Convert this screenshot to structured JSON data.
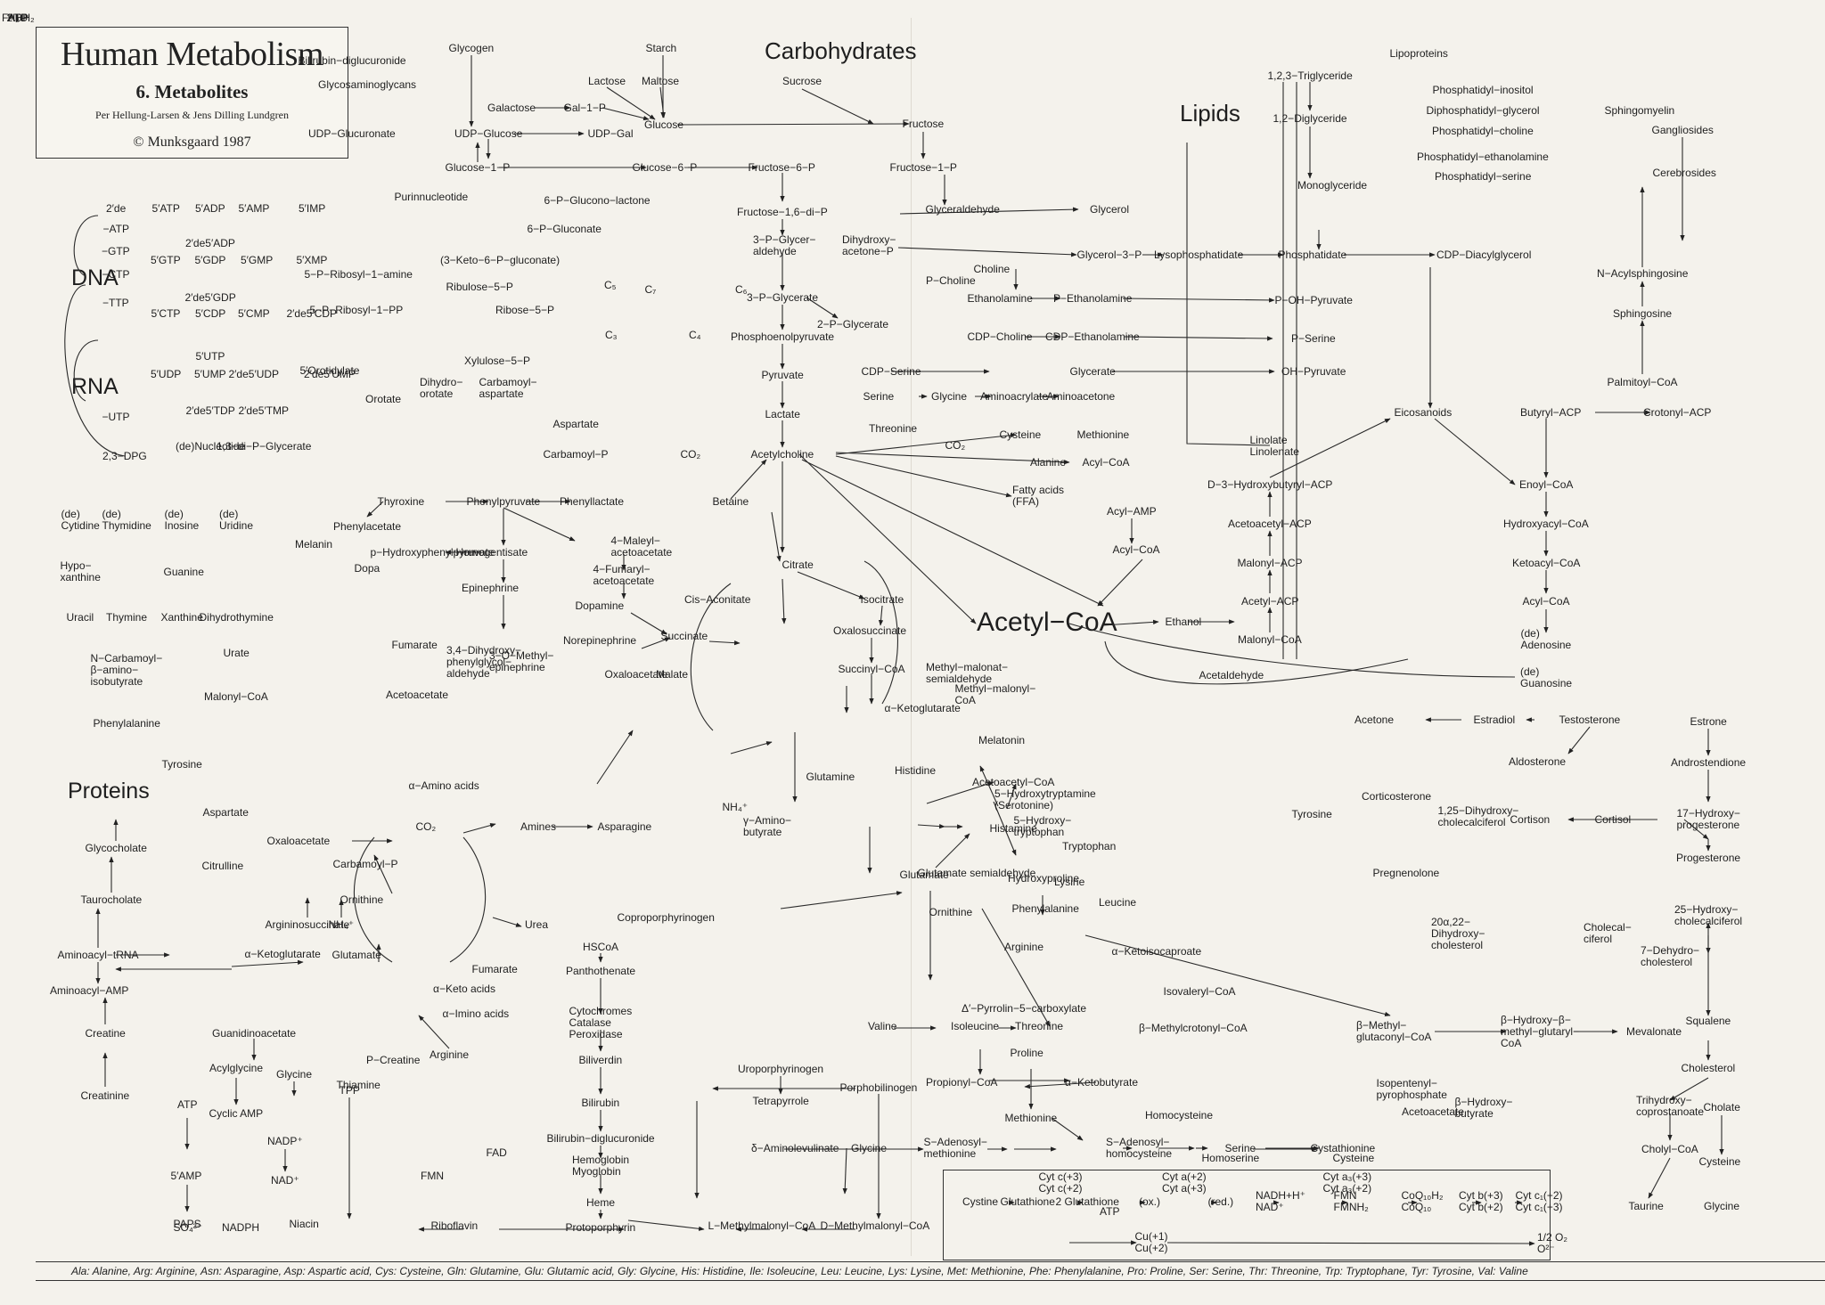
{
  "title": {
    "main": "Human Metabolism",
    "sub": "6. Metabolites",
    "authors": "Per Hellung-Larsen & Jens Dilling Lundgren",
    "copyright": "© Munksgaard 1987"
  },
  "headings": {
    "carbohydrates": "Carbohydrates",
    "lipids": "Lipids",
    "dna": "DNA",
    "rna": "RNA",
    "proteins": "Proteins",
    "acetylcoa": "Acetyl−CoA"
  },
  "nodes": [
    "Bilirubin−diglucuronide",
    "Glycogen",
    "Glycosaminoglycans",
    "UDP−Glucuronate",
    "Starch",
    "Lactose",
    "Maltose",
    "Galactose",
    "Gal−1−P",
    "Glucose",
    "UDP−Glucose",
    "UDP−Gal",
    "Glucose−1−P",
    "Glucose−6−P",
    "Sucrose",
    "Fructose",
    "Fructose−6−P",
    "Fructose−1−P",
    "Fructose−1,6−di−P",
    "Glyceraldehyde",
    "Glycerol",
    "3−P−Glycer−\naldehyde",
    "Dihydroxy−\nacetone−P",
    "Glycerol−3−P",
    "Lysophosphatidate",
    "Phosphatidate",
    "CDP−Diacylglycerol",
    "Lipoproteins",
    "1,2,3−Triglyceride",
    "1,2−Diglyceride",
    "Monoglyceride",
    "Phosphatidyl−inositol",
    "Diphosphatidyl−glycerol",
    "Phosphatidyl−choline",
    "Phosphatidyl−ethanolamine",
    "Phosphatidyl−serine",
    "Sphingomyelin",
    "Gangliosides",
    "Cerebrosides",
    "N−Acylsphingosine",
    "Sphingosine",
    "Palmitoyl−CoA",
    "6−P−Glucono−lactone",
    "6−P−Gluconate",
    "(3−Keto−6−P−gluconate)",
    "Ribulose−5−P",
    "Ribose−5−P",
    "Xylulose−5−P",
    "C₅",
    "C₇",
    "C₆",
    "C₃",
    "C₄",
    "Purinnucleotide",
    "5−P−Ribosyl−1−amine",
    "5−P−Ribosyl−1−PP",
    "5′Orotidylate",
    "Orotate",
    "Dihydro−\norotate",
    "Carbamoyl−\naspartate",
    "Aspartate",
    "Carbamoyl−P",
    "CO₂",
    "2′de",
    "−ATP",
    "−GTP",
    "−CTP",
    "−TTP",
    "−UTP",
    "5′ATP",
    "5′ADP",
    "5′AMP",
    "5′IMP",
    "2′de5′ADP",
    "5′GTP",
    "5′GDP",
    "5′GMP",
    "5′XMP",
    "2′de5′GDP",
    "5′CTP",
    "5′CDP",
    "5′CMP",
    "2′de5′CDP",
    "5′UTP",
    "5′UDP",
    "5′UMP",
    "2′de5′UDP",
    "2′de5′UMP",
    "2′de5′TDP",
    "2′de5′TMP",
    "(de)Nucleotide",
    "1,3−di−P−Glycerate",
    "2,3−DPG",
    "3−P−Glycerate",
    "2−P−Glycerate",
    "Phosphoenolpyruvate",
    "Pyruvate",
    "Lactate",
    "Acetylcholine",
    "Betaine",
    "Choline",
    "P−Choline",
    "Ethanolamine",
    "P−Ethanolamine",
    "CDP−Choline",
    "CDP−Ethanolamine",
    "P−OH−Pyruvate",
    "P−Serine",
    "CDP−Serine",
    "Glycerate",
    "OH−Pyruvate",
    "Serine",
    "Glycine",
    "Aminoacrylate",
    "Aminoacetone",
    "Threonine",
    "CO₂",
    "Cysteine",
    "Methionine",
    "Alanine",
    "Acyl−CoA",
    "Fatty acids\n(FFA)",
    "Linolate\nLinolenate",
    "Eicosanoids",
    "Butyryl−ACP",
    "Crotonyl−ACP",
    "D−3−Hydroxybutyryl−ACP",
    "Acetoacetyl−ACP",
    "Malonyl−ACP",
    "Acetyl−ACP",
    "Malonyl−CoA",
    "Ethanol",
    "Acetaldehyde",
    "Acyl−AMP",
    "Acyl−CoA",
    "Enoyl−CoA",
    "Hydroxyacyl−CoA",
    "Ketoacyl−CoA",
    "Acyl−CoA",
    "(de)\nAdenosine",
    "(de)\nGuanosine",
    "(de)\nCytidine",
    "(de)\nThymidine",
    "(de)\nInosine",
    "(de)\nUridine",
    "Hypo−\nxanthine",
    "Guanine",
    "Uracil",
    "Thymine",
    "Xanthine",
    "Dihydrothymine",
    "N−Carbamoyl−\nβ−amino−\nisobutyrate",
    "Urate",
    "Malonyl−CoA",
    "Phenylalanine",
    "Tyrosine",
    "Thyroxine",
    "Phenylpyruvate",
    "Phenyllactate",
    "Phenylacetate",
    "Melanin",
    "Dopa",
    "p−Hydroxyphenylpyruvate",
    "Homogentisate",
    "4−Maleyl−\nacetoacetate",
    "4−Fumaryl−\nacetoacetate",
    "Dopamine",
    "Norepinephrine",
    "Epinephrine",
    "3,4−Dihydroxy−\nphenylglycol−\naldehyde",
    "3−O−Methyl−\nepinephrine",
    "Fumarate",
    "Acetoacetate",
    "Succinate",
    "Oxaloacetate",
    "Malate",
    "Citrate",
    "Cis−Aconitate",
    "Isocitrate",
    "Oxalosuccinate",
    "Succinyl−CoA",
    "α−Ketoglutarate",
    "Methyl−malonat−\nsemialdehyde",
    "Methyl−malonyl−\nCoA",
    "Melatonin",
    "5−Hydroxytryptamine\n(Serotonine)",
    "5−Hydroxy−\ntryptophan",
    "Tryptophan",
    "Lysine",
    "Phenylalanine",
    "Tyrosine",
    "Acetoacetyl−CoA",
    "Histamine",
    "Histidine",
    "Glutamine",
    "NH₄⁺",
    "γ−Amino−\nbutyrate",
    "Glutamate",
    "Glutamate semialdehyde",
    "Ornithine",
    "Arginine",
    "Δ′−Pyrrolin−5−carboxylate",
    "Proline",
    "Hydroxyproline",
    "Leucine",
    "α−Ketoisocaproate",
    "Isovaleryl−CoA",
    "β−Methylcrotonyl−CoA",
    "β−Methyl−\nglutaconyl−CoA",
    "β−Hydroxy−β−\nmethyl−glutaryl−\nCoA",
    "Mevalonate",
    "Isopentenyl−\npyrophosphate",
    "Acetoacetate",
    "β−Hydroxy−\nbutyrate",
    "Acetone",
    "Estradiol",
    "Testosterone",
    "Estrone",
    "Aldosterone",
    "Androstendione",
    "Corticosterone",
    "1,25−Dihydroxy−\ncholecalciferol",
    "Cortison",
    "Cortisol",
    "17−Hydroxy−\nprogesterone",
    "Progesterone",
    "Pregnenolone",
    "25−Hydroxy−\ncholecalciferol",
    "20α,22−\nDihydroxy−\ncholesterol",
    "Cholecal−\nciferol",
    "7−Dehydro−\ncholesterol",
    "Squalene",
    "Cholesterol",
    "Trihydroxy−\ncoprostanoate",
    "Cholate",
    "Cholyl−CoA",
    "Cysteine",
    "Taurine",
    "Glycine",
    "Glycocholate",
    "Taurocholate",
    "Aminoacyl−tRNA",
    "Aminoacyl−AMP",
    "α−Amino acids",
    "Amines",
    "Asparagine",
    "Aspartate",
    "Oxaloacetate",
    "CO₂",
    "Carbamoyl−P",
    "Citrulline",
    "Ornithine",
    "NH₄⁺",
    "Argininosuccinate",
    "Urea",
    "α−Ketoglutarate",
    "Glutamate",
    "Fumarate",
    "α−Keto acids",
    "α−Imino acids",
    "Arginine",
    "P−Creatine",
    "Creatine",
    "Creatinine",
    "Guanidinoacetate",
    "Acylglycine",
    "Glycine",
    "Cyclic AMP",
    "ATP",
    "5′AMP",
    "PAPS",
    "SO₄²⁻",
    "NADPH",
    "NADP⁺",
    "NAD⁺",
    "Niacin",
    "TPP",
    "Thiamine",
    "FAD",
    "FMN",
    "Riboflavin",
    "HSCoA",
    "Panthothenate",
    "Cytochromes\nCatalase\nPeroxidase",
    "Biliverdin",
    "Bilirubin",
    "Bilirubin−diglucuronide",
    "Hemoglobin\nMyoglobin",
    "Heme",
    "Protoporphyrin",
    "Coproporphyrinogen",
    "Uroporphyrinogen",
    "Tetrapyrrole",
    "Porphobilinogen",
    "δ−Aminolevulinate",
    "Glycine",
    "L−Methylmalonyl−CoA",
    "D−Methylmalonyl−CoA",
    "Valine",
    "Isoleucine",
    "Threonine",
    "Propionyl−CoA",
    "α−Ketobutyrate",
    "Methionine",
    "S−Adenosyl−\nmethionine",
    "S−Adenosyl−\nhomocysteine",
    "Homocysteine",
    "Serine",
    "Cystathionine",
    "Homoserine",
    "Cysteine",
    "Cystine",
    "Glutathione",
    "2 Glutathione",
    "(ox.)",
    "(red.)",
    "NADH+H⁺\nNAD⁺",
    "FMN\nFMNH₂",
    "CoQ₁₀H₂\nCoQ₁₀",
    "Cyt b(+3)\nCyt b(+2)",
    "Cyt c₁(+2)\nCyt c₁(+3)",
    "Cyt c(+3)\nCyt c(+2)",
    "Cyt a(+2)\nCyt a(+3)",
    "Cyt a₃(+3)\nCyt a₃(+2)",
    "Cu(+1)\nCu(+2)",
    "1/2 O₂\nO²⁻",
    "ATP",
    "ATP",
    "ATP",
    "2 H⁺",
    "H₂O",
    "FADH₂"
  ],
  "legend": "Ala: Alanine,  Arg: Arginine,  Asn: Asparagine,  Asp: Aspartic acid,  Cys: Cysteine,  Gln: Glutamine,  Glu: Glutamic acid,  Gly: Glycine,  His: Histidine,  Ile: Isoleucine,  Leu: Leucine,  Lys: Lysine,  Met: Methionine,  Phe: Phenylalanine,  Pro: Proline,  Ser: Serine,  Thr: Threonine,  Trp: Tryptophane,  Tyr: Tyrosine,  Val: Valine"
}
